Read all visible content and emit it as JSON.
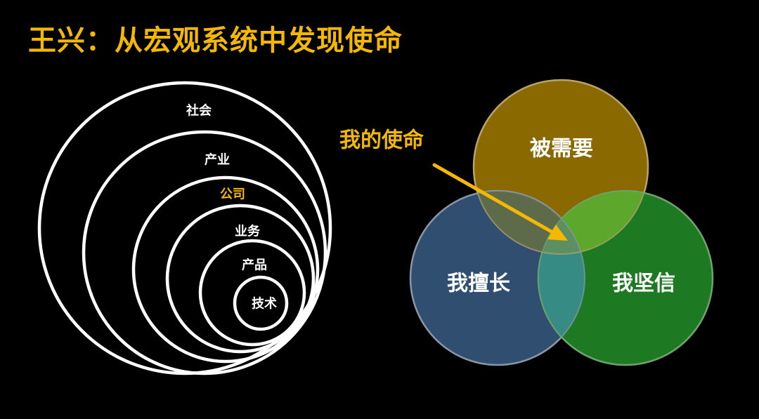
{
  "title": "王兴：从宏观系统中发现使命",
  "colors": {
    "accent": "#F5B800",
    "ring": "#FFFFFF",
    "venn_top": "#8A6A00",
    "venn_left": "#2F4E70",
    "venn_right": "#1E7A22",
    "overlap_top_right": "#5CA72C",
    "overlap_left_right": "#368C85",
    "overlap_top_left": "#5E6B4A"
  },
  "nested_circles": {
    "levels": [
      {
        "label": "社会",
        "highlight": false
      },
      {
        "label": "产业",
        "highlight": false
      },
      {
        "label": "公司",
        "highlight": true
      },
      {
        "label": "业务",
        "highlight": false
      },
      {
        "label": "产品",
        "highlight": false
      },
      {
        "label": "技术",
        "highlight": false
      }
    ]
  },
  "venn": {
    "circles": [
      {
        "label": "被需要",
        "color": "#8A6A00"
      },
      {
        "label": "我擅长",
        "color": "#2F4E70"
      },
      {
        "label": "我坚信",
        "color": "#1E7A22"
      }
    ],
    "callout": {
      "label": "我的使命",
      "arrow_icon": "arrow-icon"
    }
  }
}
